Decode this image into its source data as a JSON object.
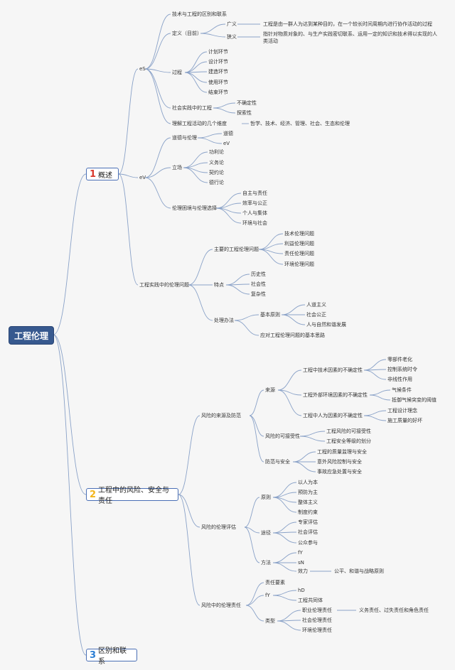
{
  "colors": {
    "root_bg": "#37598f",
    "line": "#8aa2c8",
    "num1": "#d9382c",
    "num2": "#f3b51b",
    "num3": "#2d7fd4"
  },
  "root": "工程伦理",
  "sections": [
    {
      "num": "1",
      "label": "概述"
    },
    {
      "num": "2",
      "label": "工程中的风险、安全与责任"
    },
    {
      "num": "3",
      "label": "区别和联系"
    }
  ],
  "tree": {
    "n1": "eS",
    "n2": "eV",
    "n3": "工程实践中的伦理问题",
    "n1_1": "技术与工程的区别和联系",
    "n1_2": "定义（目前）",
    "n1_3": "过程",
    "n1_4": "社会实践中的工程",
    "n1_5": "理解工程活动的几个维度",
    "d_g": "广义",
    "d_g_v": "工程是由一群人为达到某种目的，在一个较长时间周期内进行协作活动的过程",
    "d_x": "狭义",
    "d_x_v1": "指针对物质对象的、与生产实践密切联系、运用一定的知识和技术得以实现的人",
    "d_x_v2": "类活动",
    "p1": "计划环节",
    "p2": "设计环节",
    "p3": "建造环节",
    "p4": "使用环节",
    "p5": "结束环节",
    "s1": "不确定性",
    "s2": "探索性",
    "dims": "哲学、技术、经济、管理、社会、生态和伦理",
    "v1": "道德与伦理",
    "v1a": "道德",
    "v1b": "eV",
    "v2": "立场",
    "v2a": "功利论",
    "v2b": "义务论",
    "v2c": "契约论",
    "v2d": "德行论",
    "v3": "伦理困境与伦理选择",
    "v3a": "自主与责任",
    "v3b": "效率与公正",
    "v3c": "个人与集体",
    "v3d": "环境与社会",
    "e1": "主要的工程伦理问题",
    "e1a": "技术伦理问题",
    "e1b": "利益伦理问题",
    "e1c": "责任伦理问题",
    "e1d": "环境伦理问题",
    "e2": "特点",
    "e2a": "历史性",
    "e2b": "社会性",
    "e2c": "复杂性",
    "e3": "处理办法",
    "e3a": "基本原则",
    "e3a1": "人道主义",
    "e3a2": "社会公正",
    "e3a3": "人与自然和谐发展",
    "e3b": "应对工程伦理问题的基本思路",
    "r1": "风险的来源及防范",
    "r2": "风险的伦理评估",
    "r3": "风险中的伦理责任",
    "src": "来源",
    "src1": "工程中技术因素的不确定性",
    "src1a": "零部件老化",
    "src1b": "控制系统时令",
    "src1c": "非线性作用",
    "src2": "工程外部环境因素的不确定性",
    "src2a": "气候条件",
    "src2b": "抵御气候突变的阈值",
    "src3": "工程中人为因素的不确定性",
    "src3a": "工程设计理念",
    "src3b": "施工质量的好坏",
    "acc": "风险的可接受性",
    "acc1": "工程风险的可接受性",
    "acc2": "工程安全等级的划分",
    "prev": "防范与安全",
    "prev1": "工程的质量监理与安全",
    "prev2": "意外风险控制与安全",
    "prev3": "事故应急处置与安全",
    "pr": "原则",
    "pr1": "以人为本",
    "pr2": "预防为主",
    "pr3": "整体主义",
    "pr4": "制度约束",
    "way": "途径",
    "way1": "专家评估",
    "way2": "社会评估",
    "way3": "公众参与",
    "m": "方法",
    "m1": "fY",
    "m2": "sN",
    "m3": "效力",
    "m3v": "公平、和谐与战略原则",
    "rs1": "责任要素",
    "rs2": "fY",
    "rs2a": "hD",
    "rs2b": "工程共同体",
    "rs3": "类型",
    "rs3a": "职业伦理责任",
    "rs3av": "义务责任、过失责任和角色责任",
    "rs3b": "社会伦理责任",
    "rs3c": "环境伦理责任"
  }
}
